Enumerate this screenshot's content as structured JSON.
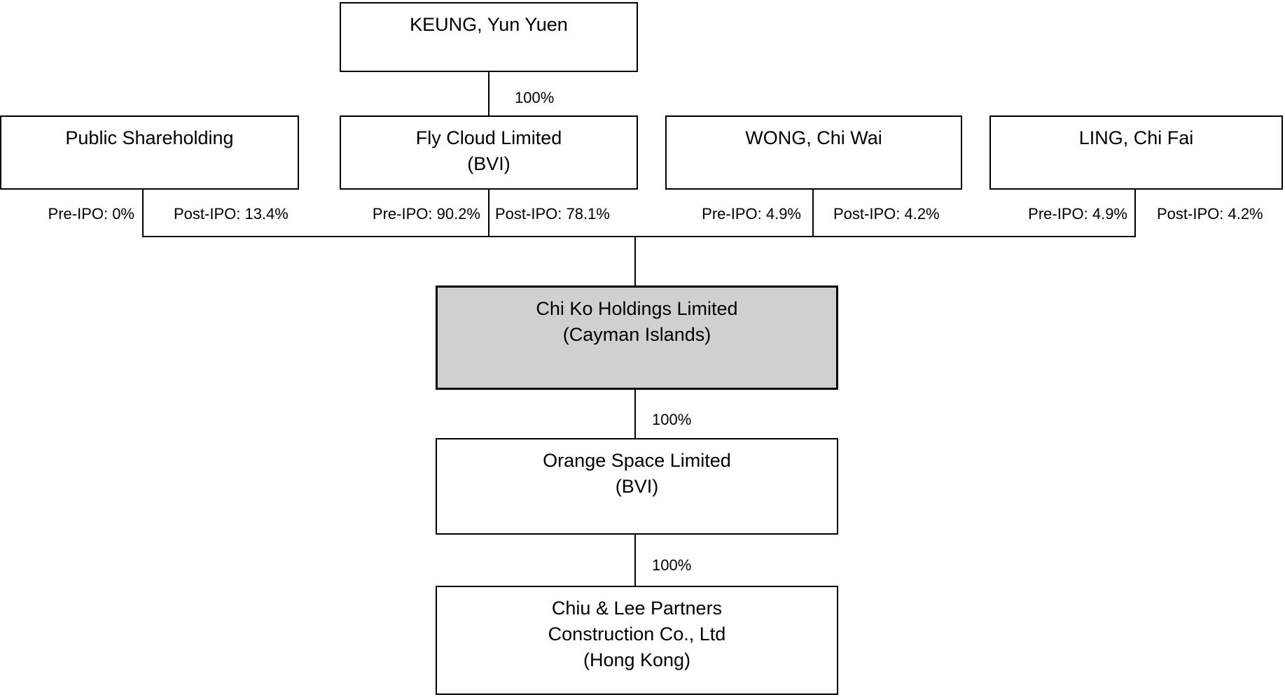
{
  "diagram": {
    "type": "corporate-shareholding-structure",
    "colors": {
      "highlight_fill": "#D0D0D0",
      "line": "#000000",
      "background": "#FFFFFF",
      "text": "#000000"
    },
    "nodes": {
      "keung": {
        "name": "KEUNG, Yun Yuen"
      },
      "public": {
        "name": "Public Shareholding",
        "pre_ipo": "Pre-IPO: 0%",
        "post_ipo": "Post-IPO: 13.4%"
      },
      "flycloud": {
        "name": "Fly Cloud Limited",
        "jurisdiction": "(BVI)",
        "pre_ipo": "Pre-IPO: 90.2%",
        "post_ipo": "Post-IPO: 78.1%"
      },
      "wong": {
        "name": "WONG, Chi Wai",
        "pre_ipo": "Pre-IPO: 4.9%",
        "post_ipo": "Post-IPO: 4.2%"
      },
      "ling": {
        "name": "LING, Chi Fai",
        "pre_ipo": "Pre-IPO: 4.9%",
        "post_ipo": "Post-IPO: 4.2%"
      },
      "chiko": {
        "name": "Chi Ko Holdings Limited",
        "jurisdiction": "(Cayman Islands)"
      },
      "orange": {
        "name": "Orange Space Limited",
        "jurisdiction": "(BVI)"
      },
      "chiulee": {
        "name_line1": "Chiu & Lee Partners",
        "name_line2": "Construction Co., Ltd",
        "jurisdiction": "(Hong Kong)"
      }
    },
    "edges": {
      "keung_flycloud": {
        "label": "100%"
      },
      "chiko_orange": {
        "label": "100%"
      },
      "orange_chiulee": {
        "label": "100%"
      }
    }
  }
}
